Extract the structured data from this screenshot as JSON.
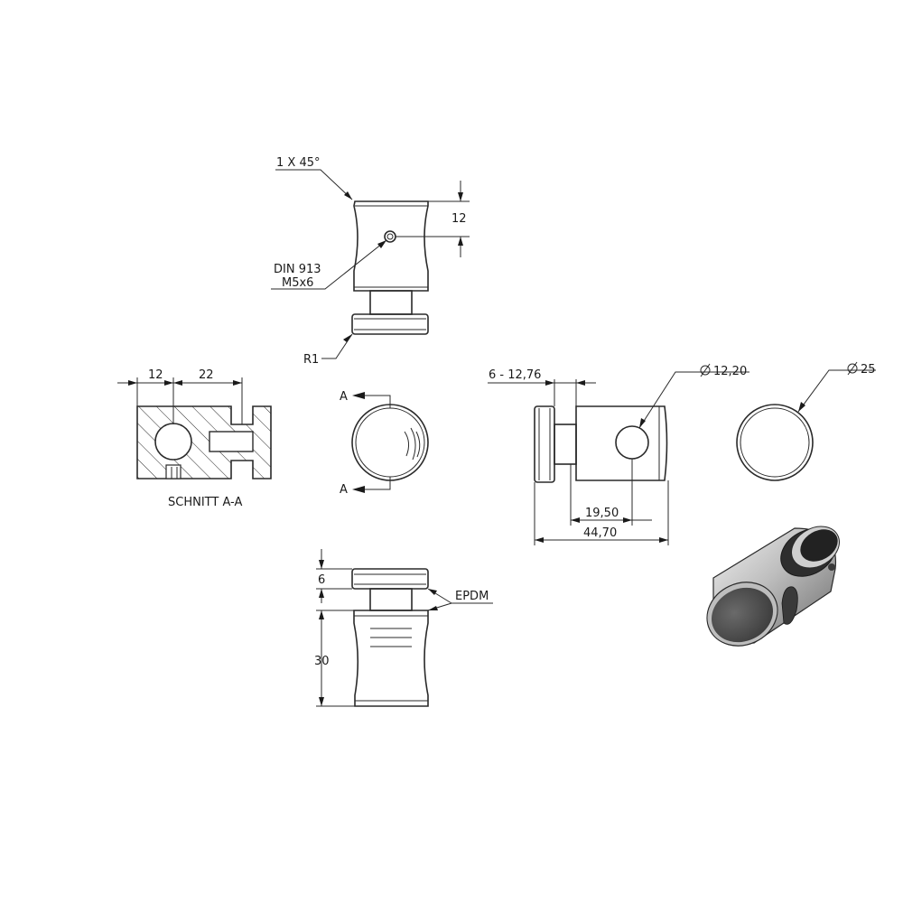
{
  "labels": {
    "chamfer": "1 X 45°",
    "dim_12_top": "12",
    "set_screw_line1": "DIN 913",
    "set_screw_line2": "M5x6",
    "radius": "R1",
    "dim_12_section": "12",
    "dim_22_section": "22",
    "section_title": "SCHNITT A-A",
    "section_mark_top": "A",
    "section_mark_bottom": "A",
    "dim_gap": "6 - 12,76",
    "dim_hole_dia": "12,20",
    "dim_outer_dia": "25",
    "dim_hole_pos": "19,50",
    "dim_total_len": "44,70",
    "dim_6_bottom": "6",
    "material": "EPDM",
    "dim_30_bottom": "30"
  },
  "symbols": {
    "diameter_symbol": "diameter-symbol"
  },
  "colors": {
    "line": "#2a2a2a",
    "metal_dark": "#4a4a4a",
    "metal_light": "#d8d8d8"
  }
}
